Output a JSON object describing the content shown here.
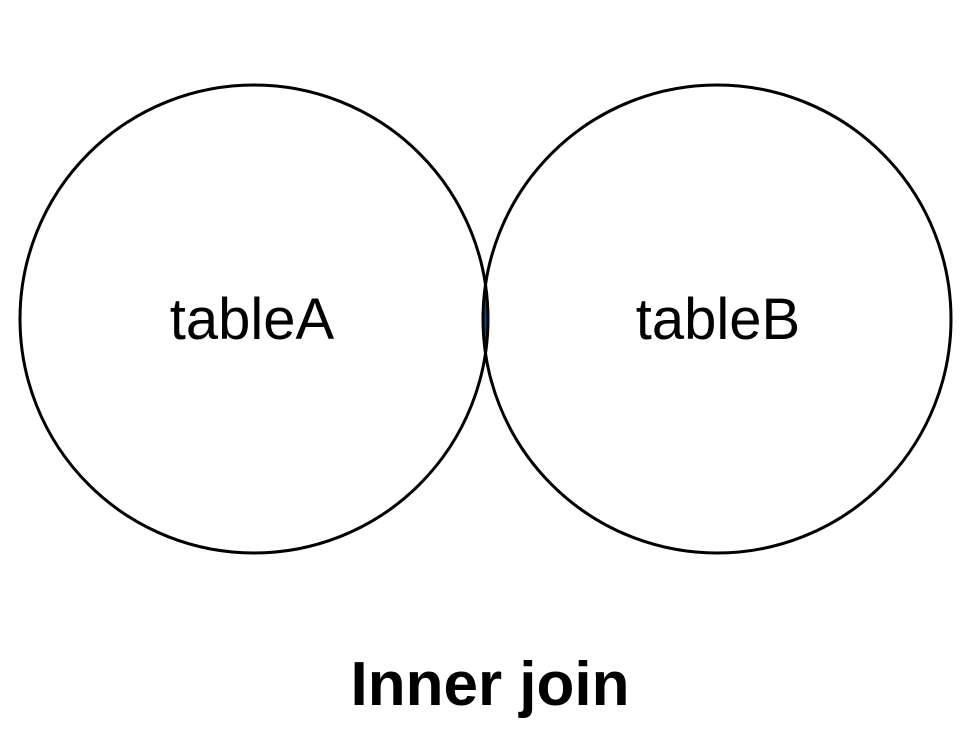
{
  "diagram": {
    "sets": [
      {
        "id": "a",
        "label": "tableA"
      },
      {
        "id": "b",
        "label": "tableB"
      }
    ],
    "highlight": "intersection",
    "highlight_color": "#034f8c",
    "outline_color": "#000000",
    "caption": "Inner join"
  }
}
